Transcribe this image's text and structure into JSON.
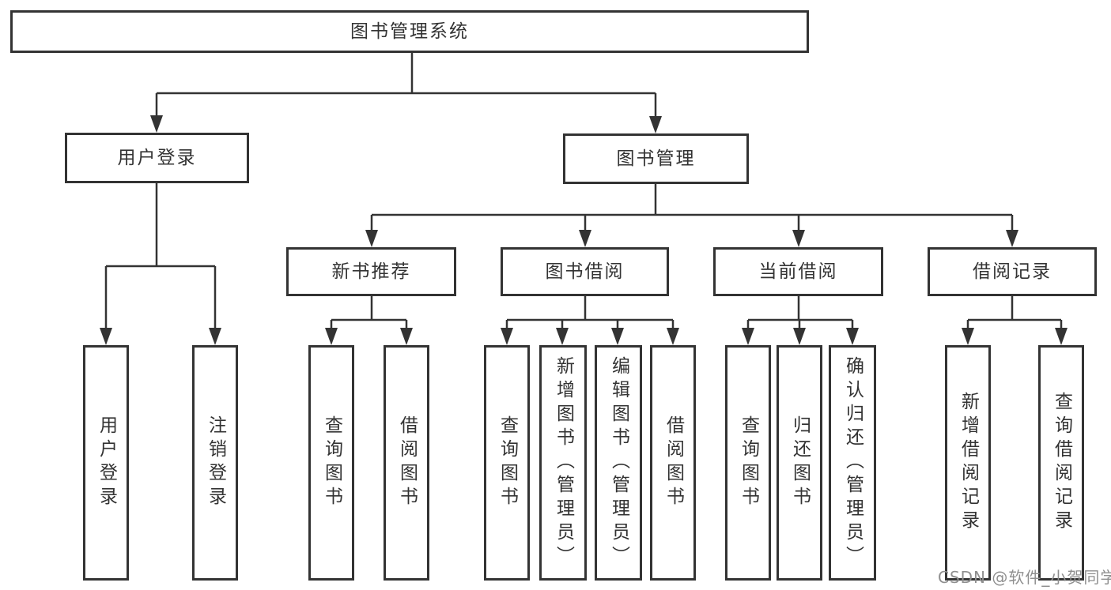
{
  "root": {
    "label": "图书管理系统"
  },
  "level2": [
    {
      "label": "用户登录"
    },
    {
      "label": "图书管理"
    }
  ],
  "level3": [
    {
      "label": "新书推荐"
    },
    {
      "label": "图书借阅"
    },
    {
      "label": "当前借阅"
    },
    {
      "label": "借阅记录"
    }
  ],
  "leaves": [
    {
      "label": "用户登录"
    },
    {
      "label": "注销登录"
    },
    {
      "label": "查询图书"
    },
    {
      "label": "借阅图书"
    },
    {
      "label": "查询图书"
    },
    {
      "label": "新增图书（管理员）"
    },
    {
      "label": "编辑图书（管理员）"
    },
    {
      "label": "借阅图书"
    },
    {
      "label": "查询图书"
    },
    {
      "label": "归还图书"
    },
    {
      "label": "确认归还（管理员）"
    },
    {
      "label": "新增借阅记录"
    },
    {
      "label": "查询借阅记录"
    }
  ],
  "watermark": "CSDN @软件_小贺同学",
  "colors": {
    "line": "#333333",
    "text": "#333333",
    "watermark": "#8f8f8f",
    "background": "#ffffff"
  }
}
